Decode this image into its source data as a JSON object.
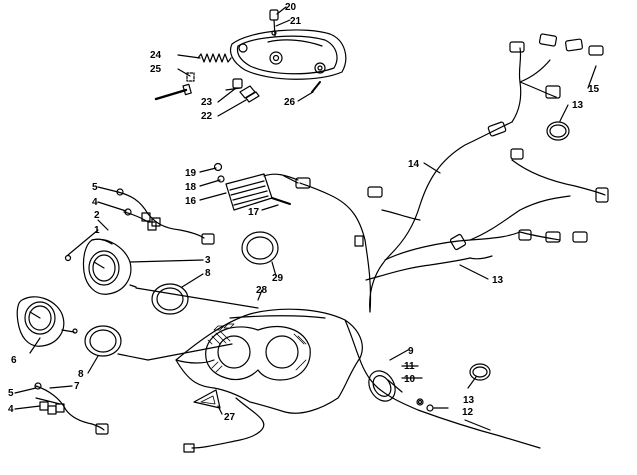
{
  "diagram": {
    "callouts": [
      {
        "id": "c1",
        "label": "1"
      },
      {
        "id": "c2",
        "label": "2"
      },
      {
        "id": "c3",
        "label": "3"
      },
      {
        "id": "c4a",
        "label": "4"
      },
      {
        "id": "c4b",
        "label": "4"
      },
      {
        "id": "c5a",
        "label": "5"
      },
      {
        "id": "c5b",
        "label": "5"
      },
      {
        "id": "c6",
        "label": "6"
      },
      {
        "id": "c7",
        "label": "7"
      },
      {
        "id": "c8a",
        "label": "8"
      },
      {
        "id": "c8b",
        "label": "8"
      },
      {
        "id": "c9",
        "label": "9"
      },
      {
        "id": "c10",
        "label": "10"
      },
      {
        "id": "c11",
        "label": "11"
      },
      {
        "id": "c12",
        "label": "12"
      },
      {
        "id": "c13a",
        "label": "13"
      },
      {
        "id": "c13b",
        "label": "13"
      },
      {
        "id": "c13c",
        "label": "13"
      },
      {
        "id": "c14",
        "label": "14"
      },
      {
        "id": "c15",
        "label": "15"
      },
      {
        "id": "c16",
        "label": "16"
      },
      {
        "id": "c17",
        "label": "17"
      },
      {
        "id": "c18",
        "label": "18"
      },
      {
        "id": "c19",
        "label": "19"
      },
      {
        "id": "c20",
        "label": "20"
      },
      {
        "id": "c21",
        "label": "21"
      },
      {
        "id": "c22",
        "label": "22"
      },
      {
        "id": "c23",
        "label": "23"
      },
      {
        "id": "c24",
        "label": "24"
      },
      {
        "id": "c25",
        "label": "25"
      },
      {
        "id": "c26",
        "label": "26"
      },
      {
        "id": "c27",
        "label": "27"
      },
      {
        "id": "c28",
        "label": "28"
      },
      {
        "id": "c29",
        "label": "29"
      }
    ]
  }
}
